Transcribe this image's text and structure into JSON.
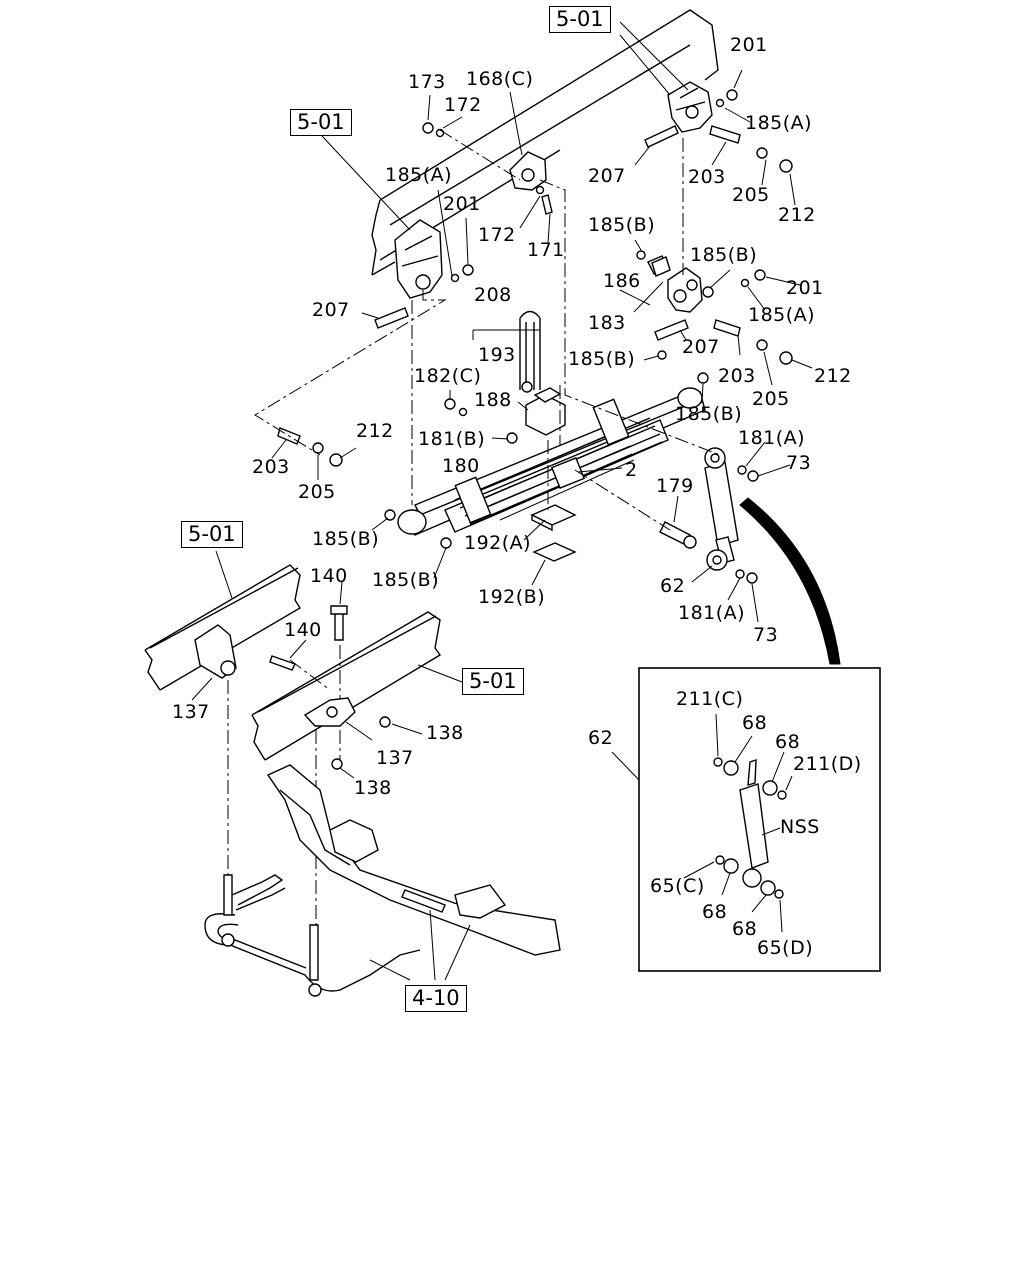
{
  "diagram": {
    "references": [
      {
        "id": "ref-frame-top",
        "text": "5-01"
      },
      {
        "id": "ref-frame-left",
        "text": "5-01"
      },
      {
        "id": "ref-frame-lower-left",
        "text": "5-01"
      },
      {
        "id": "ref-frame-lower-right",
        "text": "5-01"
      },
      {
        "id": "ref-axle",
        "text": "4-10"
      }
    ],
    "callouts": [
      "201",
      "173",
      "172",
      "168(C)",
      "185(A)",
      "207",
      "203",
      "205",
      "212",
      "185(A)",
      "201",
      "172",
      "171",
      "185(B)",
      "185(B)",
      "186",
      "201",
      "185(A)",
      "183",
      "207",
      "207",
      "208",
      "193",
      "182(C)",
      "185(B)",
      "203",
      "212",
      "205",
      "188",
      "185(B)",
      "181(B)",
      "181(A)",
      "73",
      "180",
      "2",
      "179",
      "212",
      "203",
      "205",
      "185(B)",
      "192(A)",
      "185(B)",
      "192(B)",
      "62",
      "181(A)",
      "73",
      "140",
      "140",
      "137",
      "137",
      "138",
      "138"
    ],
    "inset": {
      "label": "62",
      "parts": [
        "211(C)",
        "68",
        "68",
        "211(D)",
        "NSS",
        "65(C)",
        "68",
        "68",
        "65(D)"
      ]
    }
  }
}
